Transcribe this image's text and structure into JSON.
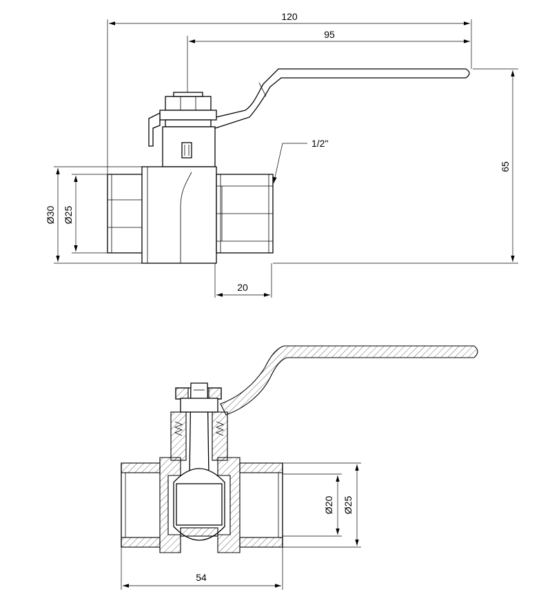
{
  "drawing": {
    "dimensions": {
      "overall_length": "120",
      "handle_reach": "95",
      "overall_height": "65",
      "outer_diameter": "Ø30",
      "inner_diameter_side": "Ø25",
      "thread_size": "1/2\"",
      "thread_length": "20",
      "bore_diameter": "Ø20",
      "section_diameter": "Ø25",
      "body_length": "54"
    }
  }
}
